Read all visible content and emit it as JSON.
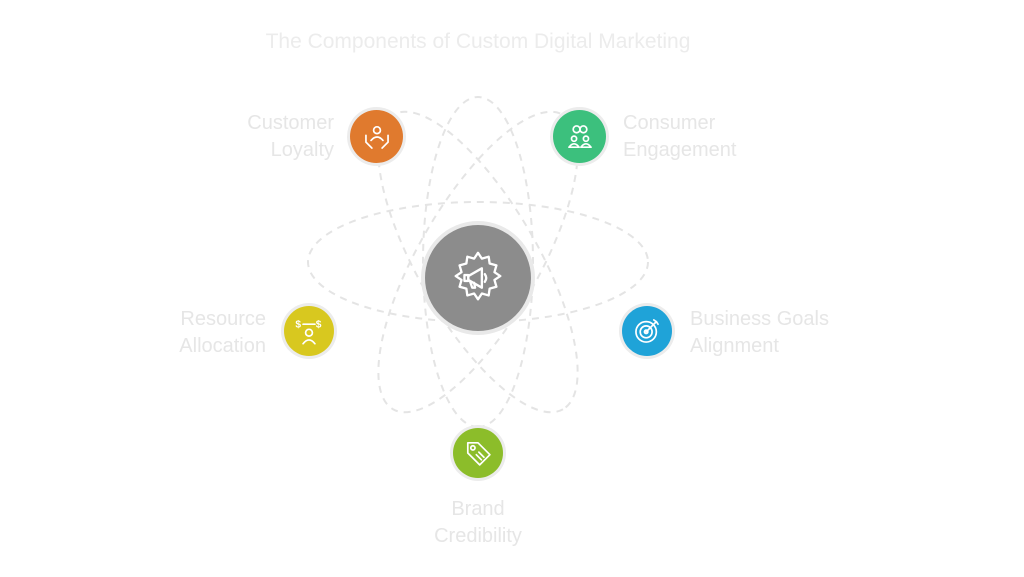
{
  "title": "The Components of Custom Digital Marketing",
  "hub": {
    "icon": "megaphone-gear-icon",
    "color": "#8c8c8c"
  },
  "components": [
    {
      "id": "customer-loyalty",
      "line1": "Customer",
      "line2": "Loyalty",
      "color": "#e07a2e",
      "icon": "hands-person-icon"
    },
    {
      "id": "consumer-engagement",
      "line1": "Consumer",
      "line2": "Engagement",
      "color": "#3cc07d",
      "icon": "people-chat-icon"
    },
    {
      "id": "resource-allocation",
      "line1": "Resource",
      "line2": "Allocation",
      "color": "#d8c81f",
      "icon": "money-person-icon"
    },
    {
      "id": "business-goals-alignment",
      "line1": "Business Goals",
      "line2": "Alignment",
      "color": "#1fa3d8",
      "icon": "target-arrow-icon"
    },
    {
      "id": "brand-credibility",
      "line1": "Brand",
      "line2": "Credibility",
      "color": "#8cbd2a",
      "icon": "price-tag-icon"
    }
  ]
}
